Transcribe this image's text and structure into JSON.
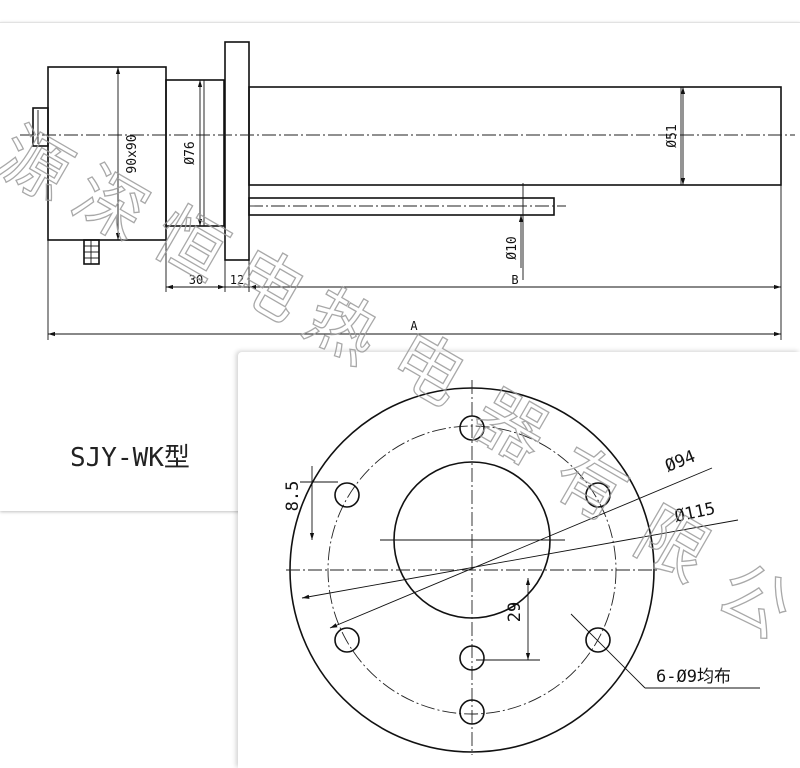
{
  "model_label": "SJY-WK型",
  "watermark": "源深恒电热电器有限公",
  "side_view": {
    "dims": {
      "housing": "90x90",
      "neck_dia": "Ø76",
      "tube_dia": "Ø51",
      "rod_dia": "Ø10",
      "neck_len": "30",
      "flange_thk": "12",
      "len_b": "B",
      "len_a": "A"
    }
  },
  "flange_view": {
    "dims": {
      "pcd": "Ø94",
      "outer": "Ø115",
      "offset": "8.5",
      "gap": "29",
      "holes": "6-Ø9均布"
    }
  }
}
